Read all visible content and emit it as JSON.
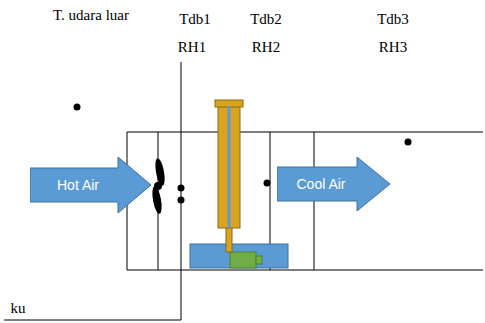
{
  "diagram": {
    "nodes": [
      {
        "text": [
          "Hot Air"
        ]
      },
      {
        "text": [
          "Cool Air"
        ]
      }
    ],
    "labels": [
      "T. udara luar",
      "Tdb1",
      "RH1",
      "Tdb2",
      "RH2",
      "Tdb3",
      "RH3",
      "ku"
    ]
  }
}
